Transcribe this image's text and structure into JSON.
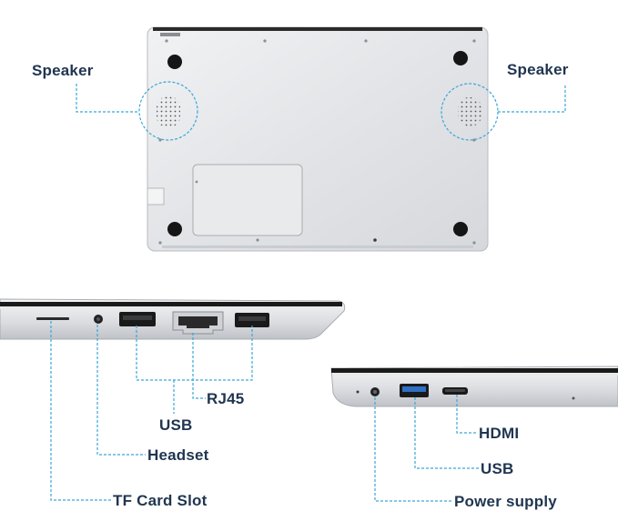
{
  "labels": {
    "speaker_left": "Speaker",
    "speaker_right": "Speaker",
    "usb_left": "USB",
    "rj45": "RJ45",
    "headset": "Headset",
    "tf_card_slot": "TF Card Slot",
    "hdmi": "HDMI",
    "usb_right": "USB",
    "power_supply": "Power supply"
  },
  "colors": {
    "label_text": "#1f3550",
    "leader_line": "#3aa6d8",
    "port_accent": "#2e6fc4",
    "chassis": "#e4e6e9"
  }
}
